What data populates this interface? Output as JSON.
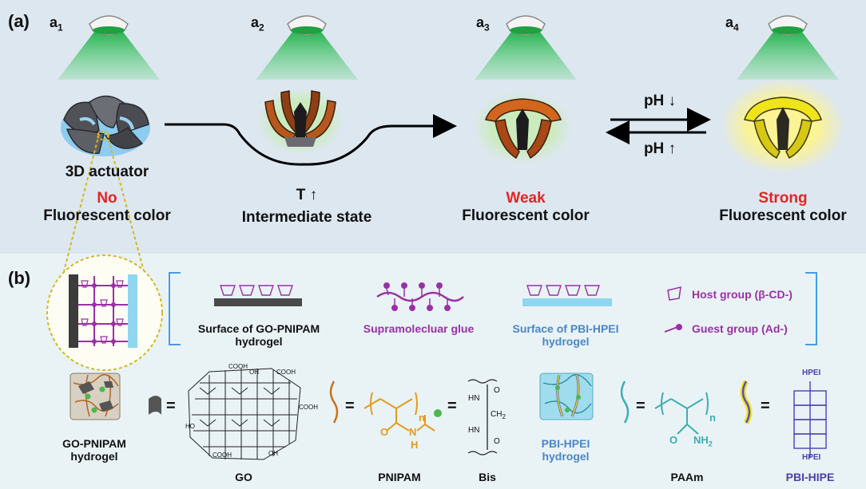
{
  "panel_a": {
    "label": "(a)",
    "stages": [
      {
        "sub_label": "a",
        "sub_index": "1",
        "title": "3D actuator",
        "state": "No",
        "state_caption": "Fluorescent color"
      },
      {
        "sub_label": "a",
        "sub_index": "2",
        "condition": "T ↑",
        "caption": "Intermediate state"
      },
      {
        "sub_label": "a",
        "sub_index": "3",
        "state": "Weak",
        "state_caption": "Fluorescent color"
      },
      {
        "sub_label": "a",
        "sub_index": "4",
        "state": "Strong",
        "state_caption": "Fluorescent color"
      }
    ],
    "ph_down": "pH ↓",
    "ph_up": "pH ↑"
  },
  "panel_b": {
    "label": "(b)",
    "legend": {
      "go_surface": "Surface of GO-PNIPAM\nhydrogel",
      "glue": "Supramolecluar glue",
      "pbi_surface": "Surface of PBI-HPEI\nhydrogel",
      "host": "Host group (β-CD-)",
      "guest": "Guest group (Ad-)"
    },
    "components": {
      "go_pnipam": "GO-PNIPAM\nhydrogel",
      "go": "GO",
      "pnipam": "PNIPAM",
      "bis": "Bis",
      "pbi_hpei": "PBI-HPEI\nhydrogel",
      "paam": "PAAm",
      "pbi_hipe": "PBI-HIPE"
    },
    "chem_labels": {
      "n": "n",
      "nh": "N",
      "h": "H",
      "o": "O",
      "nh2": "NH",
      "nh2_sub": "2",
      "hn": "HN",
      "ch2": "CH",
      "ch2_sub": "2",
      "hpei": "HPEI",
      "oh": "OH",
      "cooh": "COOH",
      "ho": "HO",
      "eq": "="
    }
  },
  "colors": {
    "red": "#e52424",
    "purple": "#9b2fa6",
    "blue": "#4a86c8",
    "indigo": "#4a3fae",
    "orange": "#e39a1f",
    "teal": "#3aaeb5",
    "green_light": "#3cc060",
    "yellow": "#f4e41c"
  }
}
